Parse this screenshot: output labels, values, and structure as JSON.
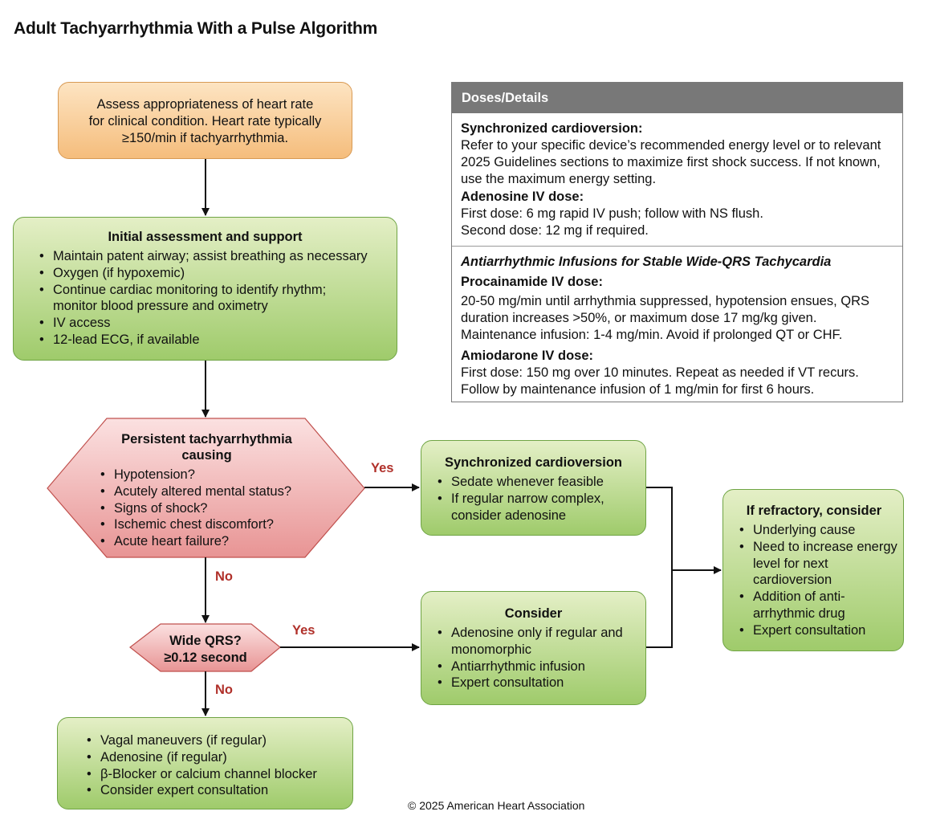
{
  "title": "Adult Tachyarrhythmia With a Pulse Algorithm",
  "assess": {
    "text_lines": [
      "Assess appropriateness of heart rate",
      "for clinical condition. Heart rate typically",
      "≥150/min if tachyarrhythmia."
    ]
  },
  "initial": {
    "title": "Initial assessment and support",
    "items": [
      "Maintain patent airway; assist breathing as necessary",
      "Oxygen (if hypoxemic)",
      "Continue cardiac monitoring to identify rhythm; monitor blood pressure and oximetry",
      "IV access",
      "12-lead ECG, if available"
    ]
  },
  "persistent": {
    "title": "Persistent tachyarrhythmia causing",
    "items": [
      "Hypotension?",
      "Acutely altered mental status?",
      "Signs of shock?",
      "Ischemic chest discomfort?",
      "Acute heart failure?"
    ]
  },
  "sync": {
    "title": "Synchronized cardioversion",
    "items": [
      "Sedate whenever feasible",
      "If regular narrow complex, consider adenosine"
    ]
  },
  "wide": {
    "line1": "Wide QRS?",
    "line2": "≥0.12 second"
  },
  "consider": {
    "title": "Consider",
    "items": [
      "Adenosine only if regular and monomorphic",
      "Antiarrhythmic infusion",
      "Expert consultation"
    ]
  },
  "narrow": {
    "items": [
      "Vagal maneuvers (if regular)",
      "Adenosine (if regular)",
      "β-Blocker or calcium channel blocker",
      "Consider expert consultation"
    ]
  },
  "refractory": {
    "title": "If refractory, consider",
    "items": [
      "Underlying cause",
      "Need to increase energy level for next cardioversion",
      "Addition of anti-arrhythmic drug",
      "Expert consultation"
    ]
  },
  "labels": {
    "yes1": "Yes",
    "no1": "No",
    "yes2": "Yes",
    "no2": "No"
  },
  "doses": {
    "header": "Doses/Details",
    "sync_h": "Synchronized cardioversion:",
    "sync_p": "Refer to your specific device’s recommended energy level or to relevant 2025 Guidelines sections to maximize first shock success. If not known, use the maximum energy setting.",
    "aden_h": "Adenosine IV dose:",
    "aden_p1": "First dose: 6 mg rapid IV push; follow with NS flush.",
    "aden_p2": "Second dose: 12 mg if required.",
    "anti_h": "Antiarrhythmic Infusions for Stable Wide-QRS Tachycardia",
    "proc_h": "Procainamide IV dose:",
    "proc_p1": "20-50 mg/min until arrhythmia suppressed, hypotension ensues, QRS duration increases >50%, or maximum dose 17 mg/kg given.",
    "proc_p2": "Maintenance infusion: 1-4 mg/min. Avoid if prolonged QT or CHF.",
    "amio_h": "Amiodarone IV dose:",
    "amio_p1": "First dose: 150 mg over 10 minutes. Repeat as needed if VT recurs.",
    "amio_p2": "Follow by maintenance infusion of 1 mg/min for first 6 hours."
  },
  "copyright": "© 2025 American Heart Association",
  "colors": {
    "decision_fill": "#eda0a0",
    "decision_stroke": "#c0504d",
    "process_fill": "#a5cd70",
    "assess_fill": "#f5bd7c",
    "label_red": "#b0302a"
  }
}
